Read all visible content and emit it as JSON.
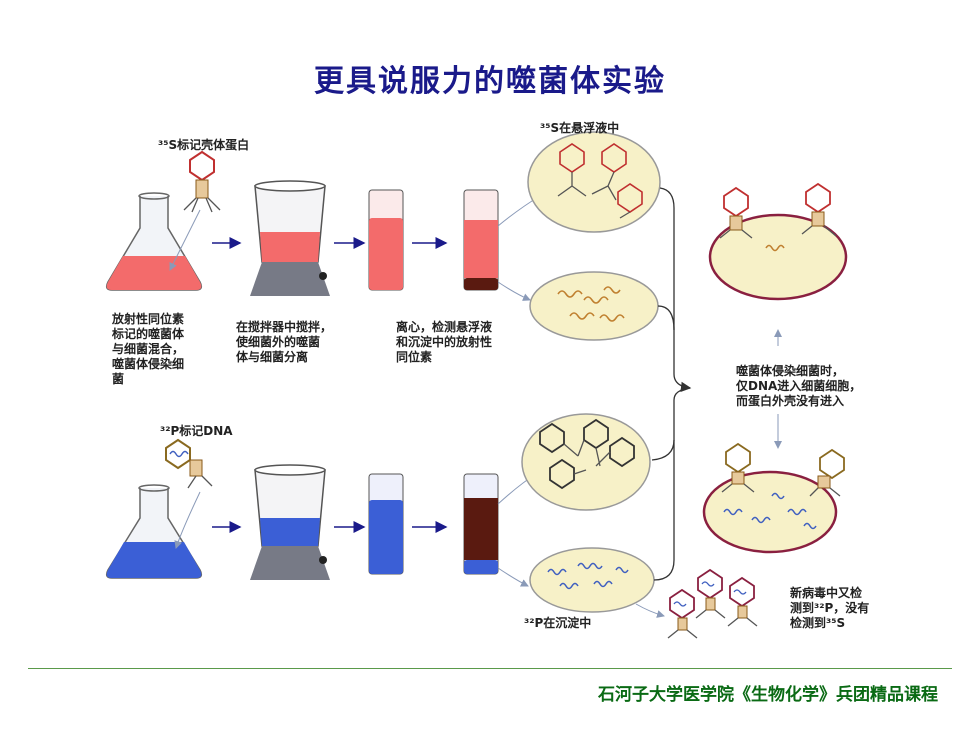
{
  "title": "更具说服力的噬菌体实验",
  "top_row": {
    "label_tag": "³⁵S标记壳体蛋白",
    "step1": [
      "放射性同位素",
      "标记的噬菌体",
      "与细菌混合，",
      "噬菌体侵染细",
      "菌"
    ],
    "step2": [
      "在搅拌器中搅拌，",
      "使细菌外的噬菌",
      "体与细菌分离"
    ],
    "step3": [
      "离心，检测悬浮液",
      "和沉淀中的放射性",
      "同位素"
    ],
    "result": "³⁵S在悬浮液中"
  },
  "bottom_row": {
    "label_tag": "³²P标记DNA",
    "result": "³²P在沉淀中"
  },
  "right": {
    "explanation": [
      "噬菌体侵染细菌时，",
      "仅DNA进入细菌细胞，",
      "而蛋白外壳没有进入"
    ],
    "offspring": [
      "新病毒中又检",
      "测到³²P，没有",
      "检测到³⁵S"
    ]
  },
  "colors": {
    "red_liquid": "#f36b6b",
    "blue_liquid": "#3b5fd6",
    "pellet": "#5a1a10",
    "bacterium": "#f7f1c8",
    "title": "#1a1a8a",
    "footer": "#0a6a14"
  },
  "footer": "石河子大学医学院《生物化学》兵团精品课程"
}
